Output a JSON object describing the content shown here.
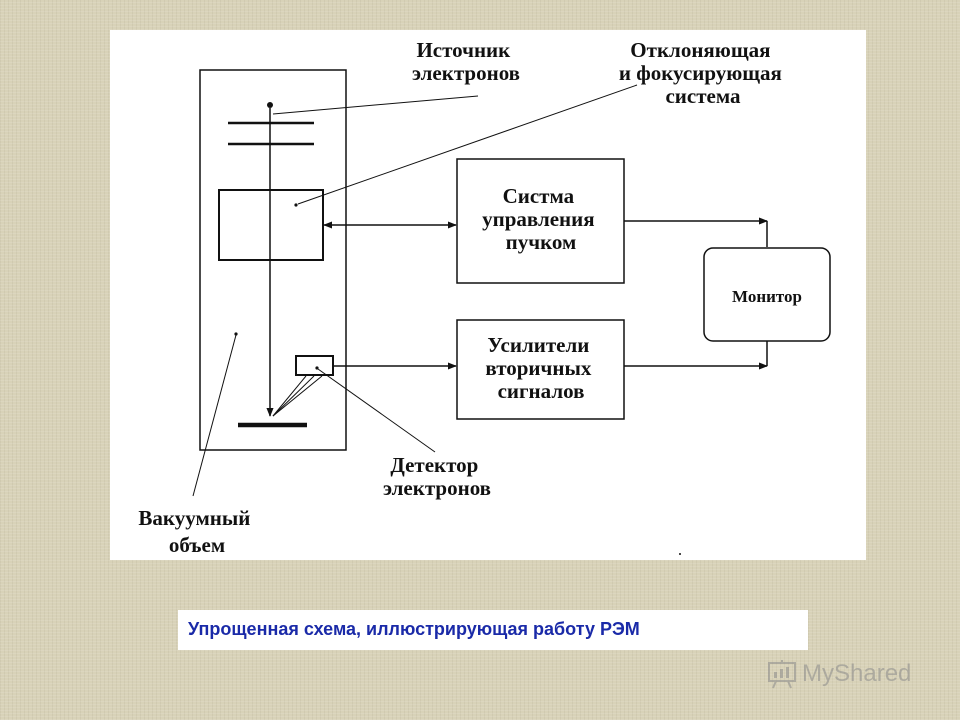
{
  "diagram": {
    "labels": {
      "electron_source": [
        "Источник",
        "электронов"
      ],
      "deflecting_system": [
        "Отклоняющая",
        "и фокусирующая",
        "система"
      ],
      "beam_control": [
        "Систма",
        "управления",
        "пучком"
      ],
      "monitor": "Монитор",
      "amplifiers": [
        "Усилители",
        "вторичных",
        "сигналов"
      ],
      "detector": [
        "Детектор",
        "электронов"
      ],
      "vacuum_volume": [
        "Вакуумный",
        "объем"
      ]
    },
    "colors": {
      "line": "#111111",
      "panel": "#ffffff",
      "background": "#d8d2b8",
      "caption_text": "#1a2aa8"
    }
  },
  "caption": "Упрощенная схема, иллюстрирующая работу РЭМ",
  "watermark": {
    "text": "MyShared",
    "icon": "presentation-board-icon"
  }
}
